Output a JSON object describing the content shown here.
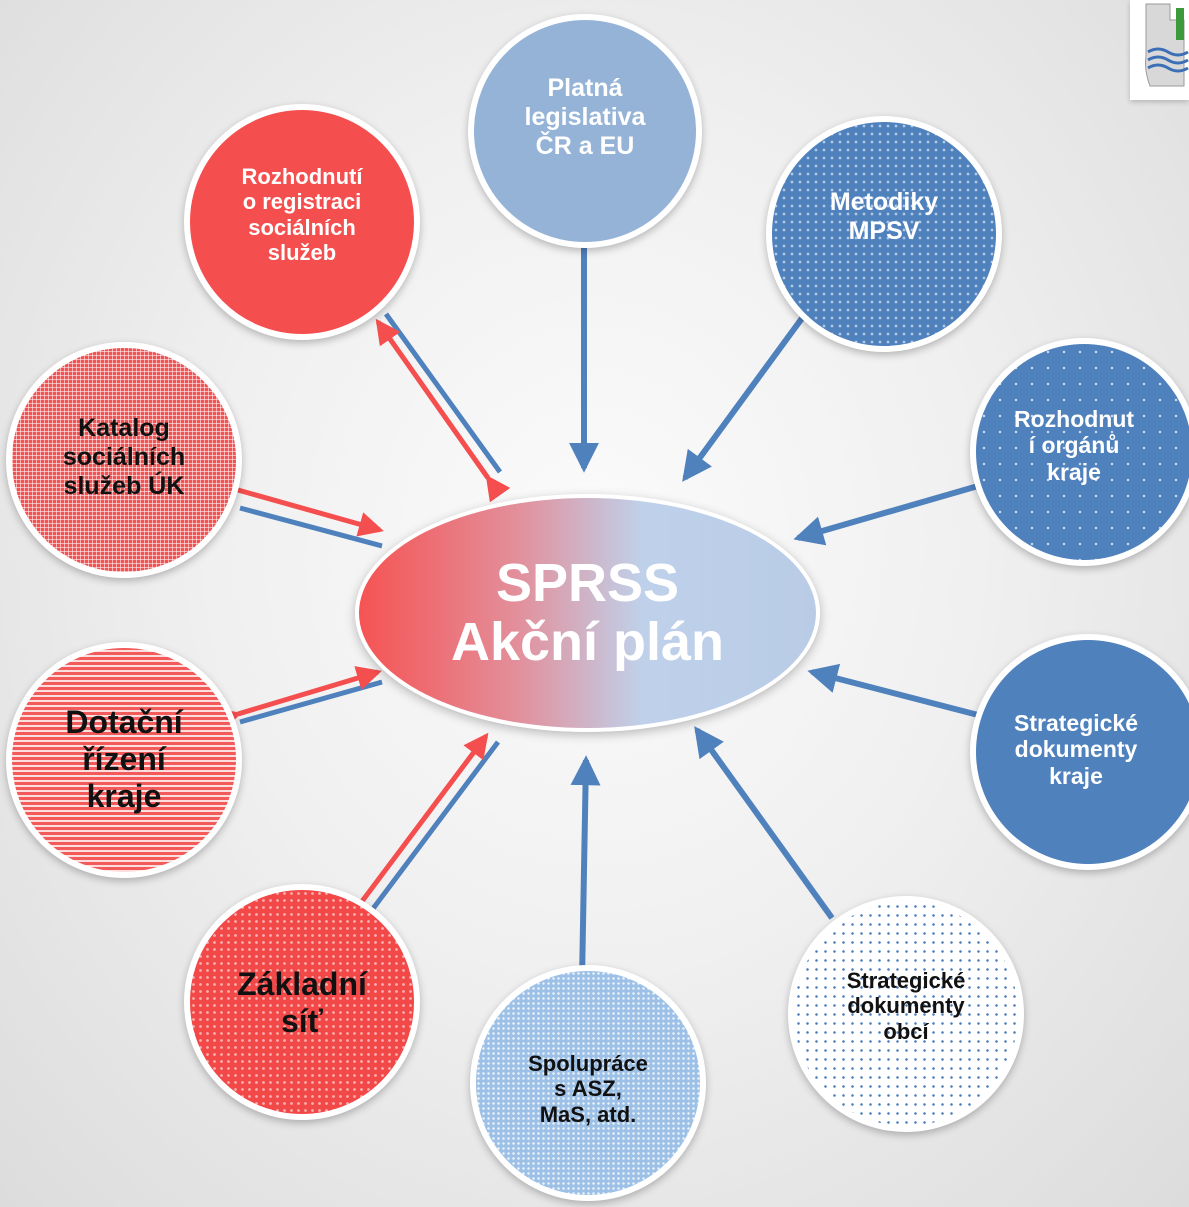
{
  "center": {
    "line1": "SPRSS",
    "line2": "Akční plán"
  },
  "nodes": {
    "legislativa": [
      "Platná",
      "legislativa",
      "ČR a EU"
    ],
    "metodiky": [
      "Metodiky",
      "MPSV"
    ],
    "rozhodnuti_kraje": [
      "Rozhodnut",
      "í orgánů",
      "kraje"
    ],
    "strat_kraje": [
      "Strategické",
      "dokumenty",
      "kraje"
    ],
    "strat_obci": [
      "Strategické",
      "dokumenty",
      "obcí"
    ],
    "spoluprace": [
      "Spolupráce",
      "s ASZ,",
      "MaS, atd."
    ],
    "zakladni_sit": [
      "Základní",
      "síť"
    ],
    "dotacni_rizeni": [
      "Dotační",
      "řízení",
      "kraje"
    ],
    "katalog": [
      "Katalog",
      "sociálních",
      "služeb ÚK"
    ],
    "registrace": [
      "Rozhodnutí",
      "o registraci",
      "sociálních",
      "služeb"
    ]
  },
  "colors": {
    "red": "#f54e4e",
    "blue": "#4f81bd",
    "light_blue": "#95b3d7"
  }
}
